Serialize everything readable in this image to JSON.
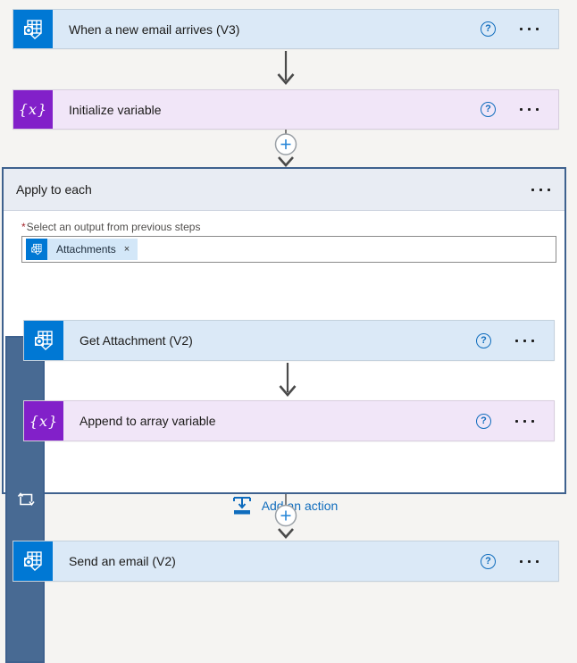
{
  "colors": {
    "canvas_bg": "#f5f4f2",
    "outlook_blue": "#0078d4",
    "action_blue_bg": "#dbe9f7",
    "variable_purple": "#8220c9",
    "variable_purple_bg": "#f1e6f8",
    "scope_slate": "#486a93",
    "scope_border": "#3e618e",
    "scope_header_bg": "#e8ecf3",
    "link_blue": "#0f6cbd",
    "plus_blue": "#2b88d8",
    "arrow_gray": "#4a4a4a",
    "required_red": "#a4262c"
  },
  "ui": {
    "help_glyph": "?",
    "more_icon": "ellipsis-dots",
    "plus_icon": "plus-circle",
    "arrow_icon": "down-arrow"
  },
  "trigger_card": {
    "title": "When a new email arrives (V3)",
    "icon": "outlook-icon"
  },
  "initialize_card": {
    "title": "Initialize variable",
    "icon": "variable-icon",
    "icon_glyph": "{x}"
  },
  "apply_to_each": {
    "title": "Apply to each",
    "icon": "loop-icon",
    "required_marker": "*",
    "field_label": "Select an output from previous steps",
    "token": {
      "icon": "outlook-icon",
      "label": "Attachments",
      "remove_glyph": "×"
    },
    "get_attachment_card": {
      "title": "Get Attachment (V2)",
      "icon": "outlook-icon"
    },
    "append_card": {
      "title": "Append to array variable",
      "icon": "variable-icon",
      "icon_glyph": "{x}"
    },
    "add_action": {
      "label": "Add an action",
      "icon": "add-action-icon"
    }
  },
  "send_card": {
    "title": "Send an email (V2)",
    "icon": "outlook-icon"
  }
}
